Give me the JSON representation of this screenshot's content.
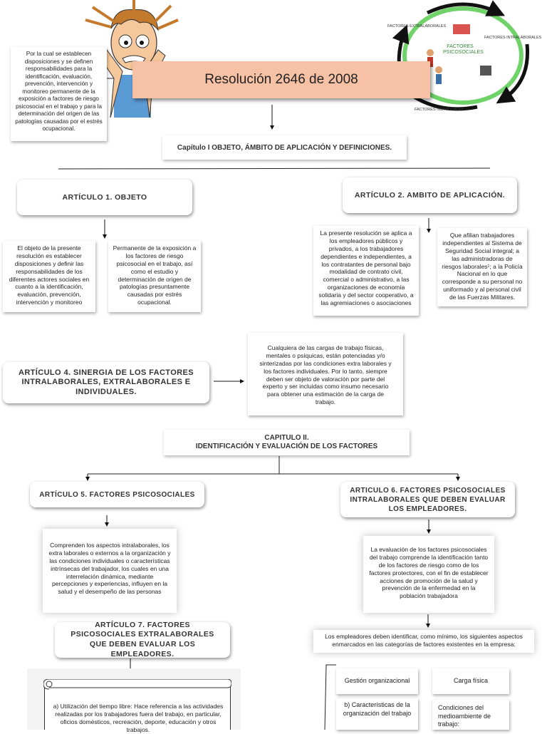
{
  "title": "Resolución 2646 de 2008",
  "intro": "Por la cual se establecen disposiciones y se definen responsabilidades para la identificación, evaluación, prevención, intervención y monitoreo permanente de la exposición a factores de riesgo psicosocial en el trabajo y para la determinación del origen de las patologías causadas por el estrés ocupacional.",
  "cycle": {
    "center": "FACTORES PSICOSOCIALES",
    "extra": "FACTORES EXTRALABORALES",
    "intra": "FACTORES INTRALABORALES",
    "individual": "FACTORES INDIVIDUALES"
  },
  "chapter1": "Capítulo I OBJETO, ÁMBITO DE APLICACIÓN Y DEFINICIONES.",
  "art1": {
    "title": "ARTÍCULO 1. OBJETO",
    "text1": "El objeto de la presente resolución es establecer disposiciones y definir las responsabilidades de los diferentes actores sociales en cuanto a la identificación, evaluación, prevención, intervención y monitoreo",
    "text2": "Permanente de la exposición a los factores de riesgo psicosocial en el trabajo, así como el estudio y determinación de origen de patologías presuntamente causadas por estrés ocupacional."
  },
  "art2": {
    "title": "ARTÍCULO 2. AMBITO DE APLICACIÓN.",
    "text1": "La presente resolución se aplica a los empleadores públicos y privados, a los trabajadores dependientes e independientes, a los contratantes de personal bajo modalidad de contrato civil, comercial o administrativo, a las organizaciones de economía solidaria y del sector cooperativo, a las agremiaciones o asociaciones",
    "text2": "Que afilian trabajadores independientes al Sistema de Seguridad Social integral; a las administradoras de riesgos laborales¹; a la Policía Nacional en lo que corresponde a su personal no uniformado y al personal civil de las Fuerzas Militares."
  },
  "art4": {
    "title": "ARTÍCULO 4. SINERGIA DE LOS FACTORES INTRALABORALES, EXTRALABORALES E INDIVIDUALES.",
    "text": "Cualquiera de las cargas de trabajo físicas, mentales o psíquicas, están potenciadas y/o sinterizadas por las condiciones extra laborales y los factores individuales. Por lo tanto, siempre deben ser objeto de valoración por parte del experto y ser incluidas como insumo necesario para obtener una estimación de la carga de trabajo."
  },
  "chapter2": {
    "line1": "CAPITULO II.",
    "line2": "IDENTIFICACIÓN Y EVALUACIÓN DE LOS FACTORES"
  },
  "art5": {
    "title": "ARTÍCULO 5. FACTORES PSICOSOCIALES",
    "text": "Comprenden los aspectos intralaborales, los extra laborales o externos a la organización y las condiciones individuales o características intrínsecas del trabajador, los cuales en una interrelación dinámica, mediante percepciones y experiencias, influyen en la salud y el desempeño de las personas"
  },
  "art6": {
    "title": "ARTICULO 6. FACTORES PSICOSOCIALES INTRALABORALES QUE DEBEN EVALUAR LOS EMPLEADORES.",
    "text": "La evaluación de los factores psicosociales del trabajo comprende la identificación tanto de los factores de riesgo como de los factores protectores, con el fin de establecer acciones de promoción de la salud y prevención de la enfermedad en la población trabajadora",
    "list_intro": "Los empleadores deben identificar, como mínimo, los siguientes aspectos enmarcados en las categorías de factores existentes en la empresa:",
    "items": [
      "Gestión organizacional",
      "Carga física",
      "b) Características de la organización del trabajo",
      "Condiciones del medioambiente de trabajo:"
    ]
  },
  "art7": {
    "title": "ARTÍCULO 7. FACTORES PSICOSOCIALES EXTRALABORALES QUE DEBEN EVALUAR LOS EMPLEADORES.",
    "text": "a) Utilización del tiempo libre: Hace referencia a las actividades realizadas por los trabajadores fuera del trabajo, en particular, oficios domésticos, recreación, deporte, educación y otros trabajos."
  }
}
